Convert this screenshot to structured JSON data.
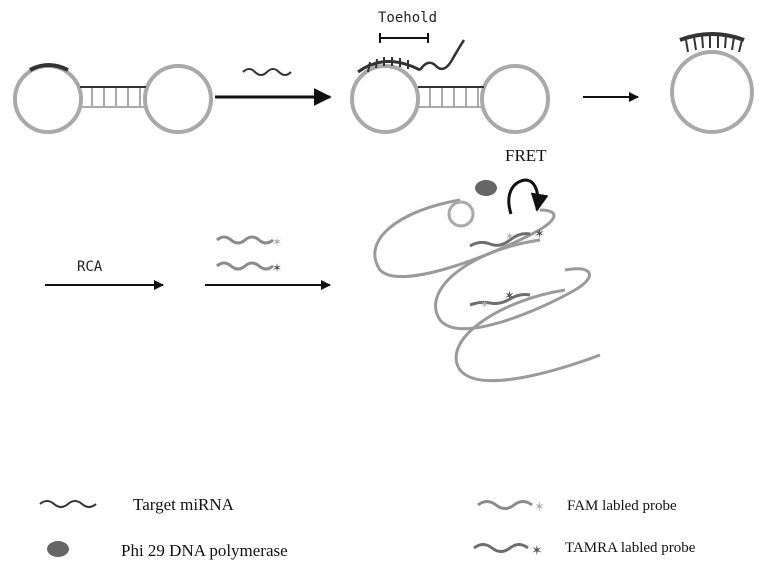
{
  "labels": {
    "toehold": "Toehold",
    "fret": "FRET",
    "rca": "RCA"
  },
  "legend": {
    "target_mirna": "Target miRNA",
    "polymerase": "Phi 29 DNA polymerase",
    "fam_probe": "FAM labled probe",
    "tamra_probe": "TAMRA labled probe"
  },
  "colors": {
    "ring": "#a9a9a9",
    "strand": "#222222",
    "probe": "#8a8a8a",
    "spiral": "#9a9a9a",
    "fam_star": "#b0b0b0",
    "tamra_star": "#5a5a5a"
  }
}
